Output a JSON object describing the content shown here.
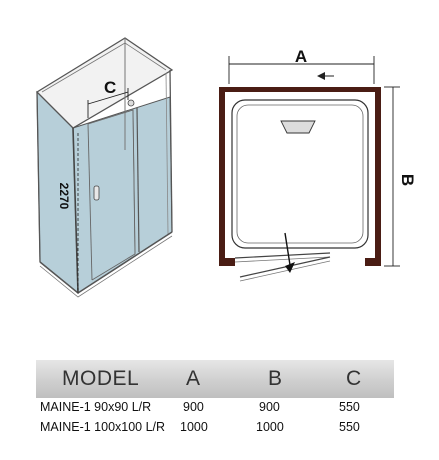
{
  "diagram": {
    "dim_a": "A",
    "dim_b": "B",
    "dim_c": "C",
    "height": "2270",
    "colors": {
      "glass": "#b7cfd9",
      "frame_dark": "#4a1d14",
      "line": "#333333"
    }
  },
  "table": {
    "headers": [
      "MODEL",
      "A",
      "B",
      "C"
    ],
    "rows": [
      {
        "model": "MAINE-1 90x90 L/R",
        "a": "900",
        "b": "900",
        "c": "550"
      },
      {
        "model": "MAINE-1 100x100 L/R",
        "a": "1000",
        "b": "1000",
        "c": "550"
      }
    ]
  }
}
